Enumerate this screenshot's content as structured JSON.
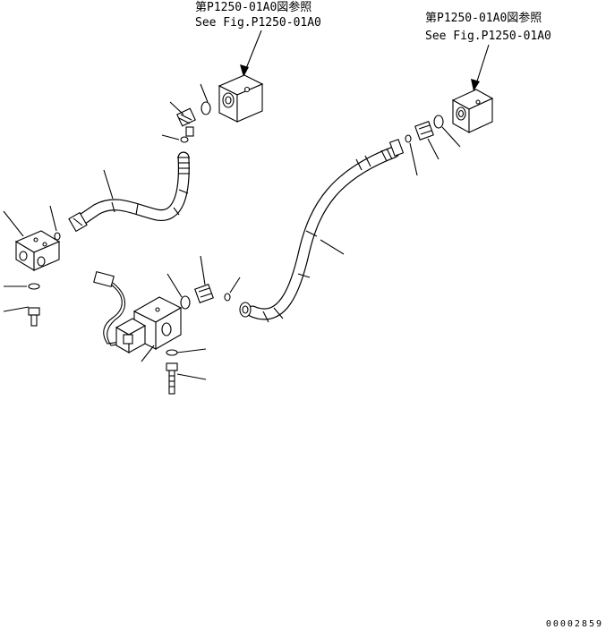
{
  "references": [
    {
      "jp": "第P1250-01A0図参照",
      "en": "See Fig.P1250-01A0"
    },
    {
      "jp": "第P1250-01A0図参照",
      "en": "See Fig.P1250-01A0"
    }
  ],
  "drawing_code": "00002859"
}
